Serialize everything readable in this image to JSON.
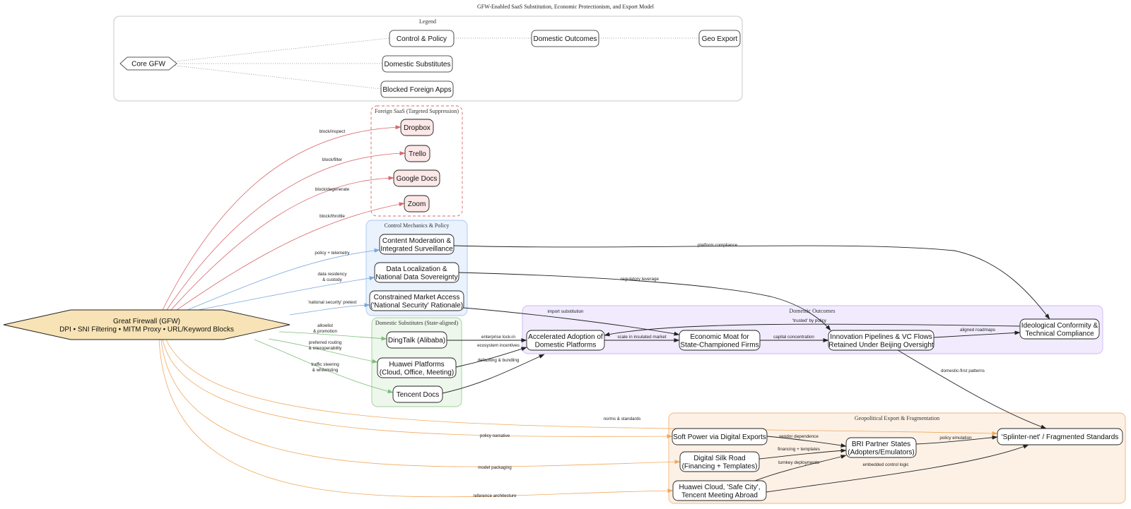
{
  "title": "GFW-Enabled SaaS Substitution, Economic Protectionism, and Export Model",
  "colors": {
    "block": "#d9686c",
    "policy": "#7aa6dc",
    "substitute": "#7cbf7c",
    "export": "#f0a95e",
    "neutral": "#222222",
    "gfw_fill": "#f7e3b5",
    "foreign_fill": "#fde8e8",
    "policy_cluster_fill": "#eaf2fd",
    "policy_cluster_stroke": "#a8c6ee",
    "substitute_cluster_fill": "#eef7ec",
    "substitute_cluster_stroke": "#9ccf98",
    "domestic_cluster_fill": "#f1ebfd",
    "domestic_cluster_stroke": "#cbb8f3",
    "export_cluster_fill": "#fdf1e6",
    "export_cluster_stroke": "#f2b47a",
    "legend_stroke": "#c8c8c8"
  },
  "legend": {
    "label": "Legend",
    "nodes": {
      "core": "Core GFW",
      "control": "Control & Policy",
      "domestic_outcomes": "Domestic Outcomes",
      "geo_export": "Geo Export",
      "substitutes": "Domestic Substitutes",
      "blocked": "Blocked Foreign Apps"
    }
  },
  "clusters": {
    "foreign": "Foreign SaaS (Targeted Suppression)",
    "policy": "Control Mechanics & Policy",
    "substitutes": "Domestic Substitutes (State-aligned)",
    "domestic": "Domestic Outcomes",
    "export": "Geopolitical Export & Fragmentation"
  },
  "nodes": {
    "gfw": [
      "Great Firewall (GFW)",
      "DPI • SNI Filtering • MITM Proxy • URL/Keyword Blocks"
    ],
    "dropbox": [
      "Dropbox"
    ],
    "trello": [
      "Trello"
    ],
    "gdocs": [
      "Google Docs"
    ],
    "zoom": [
      "Zoom"
    ],
    "content_mod": [
      "Content Moderation &",
      "Integrated Surveillance"
    ],
    "data_local": [
      "Data Localization &",
      "National Data Sovereignty"
    ],
    "market_access": [
      "Constrained Market Access",
      "('National Security' Rationale)"
    ],
    "dingtalk": [
      "DingTalk (Alibaba)"
    ],
    "huawei": [
      "Huawei Platforms",
      "(Cloud, Office, Meeting)"
    ],
    "tencent_docs": [
      "Tencent Docs"
    ],
    "adoption": [
      "Accelerated Adoption of",
      "Domestic Platforms"
    ],
    "moat": [
      "Economic Moat for",
      "State-Championed Firms"
    ],
    "innovation": [
      "Innovation Pipelines & VC Flows",
      "Retained Under Beijing Oversight"
    ],
    "ideological": [
      "Ideological Conformity &",
      "Technical Compliance"
    ],
    "soft_power": [
      "Soft Power via Digital Exports"
    ],
    "silk_road": [
      "Digital Silk Road",
      "(Financing + Templates)"
    ],
    "huawei_abroad": [
      "Huawei Cloud, 'Safe City',",
      "Tencent Meeting Abroad"
    ],
    "bri": [
      "BRI Partner States",
      "(Adopters/Emulators)"
    ],
    "splinternet": [
      "'Splinter-net' / Fragmented Standards"
    ]
  },
  "edges": [
    {
      "from": "gfw",
      "to": "dropbox",
      "label": [
        "block/inspect"
      ],
      "kind": "block"
    },
    {
      "from": "gfw",
      "to": "trello",
      "label": [
        "block/filter"
      ],
      "kind": "block"
    },
    {
      "from": "gfw",
      "to": "gdocs",
      "label": [
        "block/degenerate"
      ],
      "kind": "block"
    },
    {
      "from": "gfw",
      "to": "zoom",
      "label": [
        "block/throttle"
      ],
      "kind": "block"
    },
    {
      "from": "gfw",
      "to": "content_mod",
      "label": [
        "policy + telemetry"
      ],
      "kind": "policy"
    },
    {
      "from": "gfw",
      "to": "data_local",
      "label": [
        "data residency",
        "& custody"
      ],
      "kind": "policy"
    },
    {
      "from": "gfw",
      "to": "market_access",
      "label": [
        "'national security' pretext"
      ],
      "kind": "policy"
    },
    {
      "from": "gfw",
      "to": "dingtalk",
      "label": [
        "allowlist",
        "& promotion"
      ],
      "kind": "substitute"
    },
    {
      "from": "gfw",
      "to": "huawei",
      "label": [
        "preferred routing",
        "& interoperability"
      ],
      "kind": "substitute"
    },
    {
      "from": "gfw",
      "to": "tencent_docs",
      "label": [
        "traffic steering",
        "& whitelisting"
      ],
      "kind": "substitute"
    },
    {
      "from": "gfw",
      "to": "splinternet",
      "label": [
        "norms & standards"
      ],
      "kind": "export"
    },
    {
      "from": "gfw",
      "to": "soft_power",
      "label": [
        "policy narrative"
      ],
      "kind": "export"
    },
    {
      "from": "gfw",
      "to": "silk_road",
      "label": [
        "model packaging"
      ],
      "kind": "export"
    },
    {
      "from": "gfw",
      "to": "huawei_abroad",
      "label": [
        "reference architecture"
      ],
      "kind": "export"
    },
    {
      "from": "content_mod",
      "to": "ideological",
      "label": [
        "platform compliance"
      ],
      "kind": "neutral"
    },
    {
      "from": "data_local",
      "to": "innovation",
      "label": [
        "regulatory leverage"
      ],
      "kind": "neutral"
    },
    {
      "from": "market_access",
      "to": "moat",
      "label": [
        "import substitution"
      ],
      "kind": "neutral"
    },
    {
      "from": "dingtalk",
      "to": "adoption",
      "label": [
        "enterprise lock-in"
      ],
      "kind": "neutral"
    },
    {
      "from": "huawei",
      "to": "adoption",
      "label": [
        "ecosystem incentives"
      ],
      "kind": "neutral"
    },
    {
      "from": "tencent_docs",
      "to": "adoption",
      "label": [
        "defaulting & bundling"
      ],
      "kind": "neutral"
    },
    {
      "from": "adoption",
      "to": "moat",
      "label": [
        "scale in insulated market"
      ],
      "kind": "neutral"
    },
    {
      "from": "moat",
      "to": "innovation",
      "label": [
        "capital concentration"
      ],
      "kind": "neutral"
    },
    {
      "from": "innovation",
      "to": "ideological",
      "label": [
        "aligned roadmaps"
      ],
      "kind": "neutral"
    },
    {
      "from": "ideological",
      "to": "adoption",
      "label": [
        "'trusted' by policy"
      ],
      "kind": "neutral"
    },
    {
      "from": "innovation",
      "to": "splinternet",
      "label": [
        "domestic-first patterns"
      ],
      "kind": "neutral"
    },
    {
      "from": "soft_power",
      "to": "bri",
      "label": [
        "vendor dependence"
      ],
      "kind": "neutral"
    },
    {
      "from": "silk_road",
      "to": "bri",
      "label": [
        "financing + templates"
      ],
      "kind": "neutral"
    },
    {
      "from": "huawei_abroad",
      "to": "bri",
      "label": [
        "turnkey deployments"
      ],
      "kind": "neutral"
    },
    {
      "from": "bri",
      "to": "splinternet",
      "label": [
        "policy emulation"
      ],
      "kind": "neutral"
    },
    {
      "from": "huawei_abroad",
      "to": "splinternet",
      "label": [
        "embedded control logic"
      ],
      "kind": "neutral"
    }
  ]
}
